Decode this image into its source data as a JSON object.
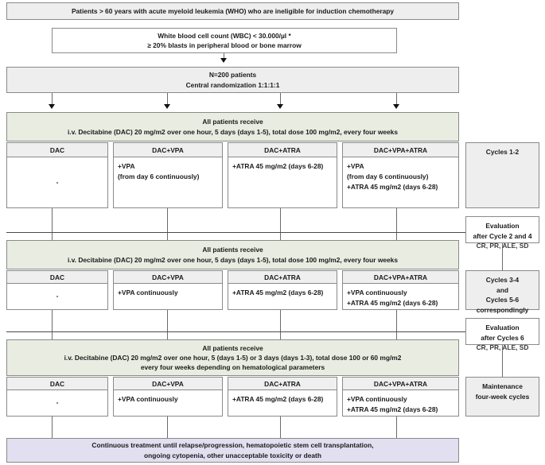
{
  "diagram": {
    "title": "Clinical trial treatment schema",
    "colors": {
      "gray_fill": "#eeeeee",
      "green_fill": "#e9ede1",
      "lavender_fill": "#e2dff0",
      "white_fill": "#ffffff",
      "border": "#8a8a8a",
      "connector": "#6b6b6b"
    }
  },
  "eligibility": {
    "line1": "Patients > 60 years with acute myeloid leukemia (WHO) who are ineligible for induction chemotherapy"
  },
  "criteria": {
    "line1": "White blood cell count (WBC) < 30.000/µl  *",
    "line2": "≥ 20% blasts in peripheral blood or bone marrow"
  },
  "randomization": {
    "line1": "N=200 patients",
    "line2": "Central randomization 1:1:1:1"
  },
  "stage1": {
    "header": {
      "line1": "All patients receive",
      "line2": "i.v. Decitabine (DAC) 20 mg/m2 over one hour, 5 days (days 1-5), total dose 100 mg/m2, every four weeks"
    },
    "arms": [
      {
        "name": "DAC",
        "detail": [
          "-"
        ]
      },
      {
        "name": "DAC+VPA",
        "detail": [
          "+VPA",
          "(from day 6 continuously)"
        ]
      },
      {
        "name": "DAC+ATRA",
        "detail": [
          "+ATRA 45 mg/m2 (days 6-28)"
        ]
      },
      {
        "name": "DAC+VPA+ATRA",
        "detail": [
          "+VPA",
          "(from day 6 continuously)",
          "+ATRA 45 mg/m2 (days 6-28)"
        ]
      }
    ],
    "side": {
      "line1": "Cycles 1-2"
    }
  },
  "evaluation1": {
    "line1": "Evaluation",
    "line2": "after Cycle 2 and 4",
    "line3": "CR, PR, ALE, SD"
  },
  "stage2": {
    "header": {
      "line1": "All patients receive",
      "line2": "i.v. Decitabine (DAC) 20 mg/m2 over one hour, 5 days (days 1-5), total dose 100 mg/m2, every four weeks"
    },
    "arms": [
      {
        "name": "DAC",
        "detail": [
          "-"
        ]
      },
      {
        "name": "DAC+VPA",
        "detail": [
          "+VPA continuously"
        ]
      },
      {
        "name": "DAC+ATRA",
        "detail": [
          "+ATRA 45 mg/m2 (days 6-28)"
        ]
      },
      {
        "name": "DAC+VPA+ATRA",
        "detail": [
          "+VPA continuously",
          "+ATRA 45 mg/m2 (days 6-28)"
        ]
      }
    ],
    "side": {
      "line1": "Cycles 3-4",
      "line2": "and",
      "line3": "Cycles 5-6",
      "line4": "correspondingly"
    }
  },
  "evaluation2": {
    "line1": "Evaluation",
    "line2": "after Cycles 6",
    "line3": "CR, PR, ALE, SD"
  },
  "stage3": {
    "header": {
      "line1": "All patients receive",
      "line2": "i.v. Decitabine (DAC) 20 mg/m2 over one hour, 5 (days 1-5) or 3 days (days 1-3), total dose 100 or 60 mg/m2",
      "line3": "every four weeks depending on hematological parameters"
    },
    "arms": [
      {
        "name": "DAC",
        "detail": [
          "-"
        ]
      },
      {
        "name": "DAC+VPA",
        "detail": [
          "+VPA continuously"
        ]
      },
      {
        "name": "DAC+ATRA",
        "detail": [
          "+ATRA 45 mg/m2 (days 6-28)"
        ]
      },
      {
        "name": "DAC+VPA+ATRA",
        "detail": [
          "+VPA continuously",
          "+ATRA 45 mg/m2 (days 6-28)"
        ]
      }
    ],
    "side": {
      "line1": "Maintenance",
      "line2": "four-week cycles"
    }
  },
  "outcome": {
    "line1": "Continuous treatment until relapse/progression, hematopoietic stem cell transplantation,",
    "line2": "ongoing cytopenia, other unacceptable toxicity or death"
  }
}
